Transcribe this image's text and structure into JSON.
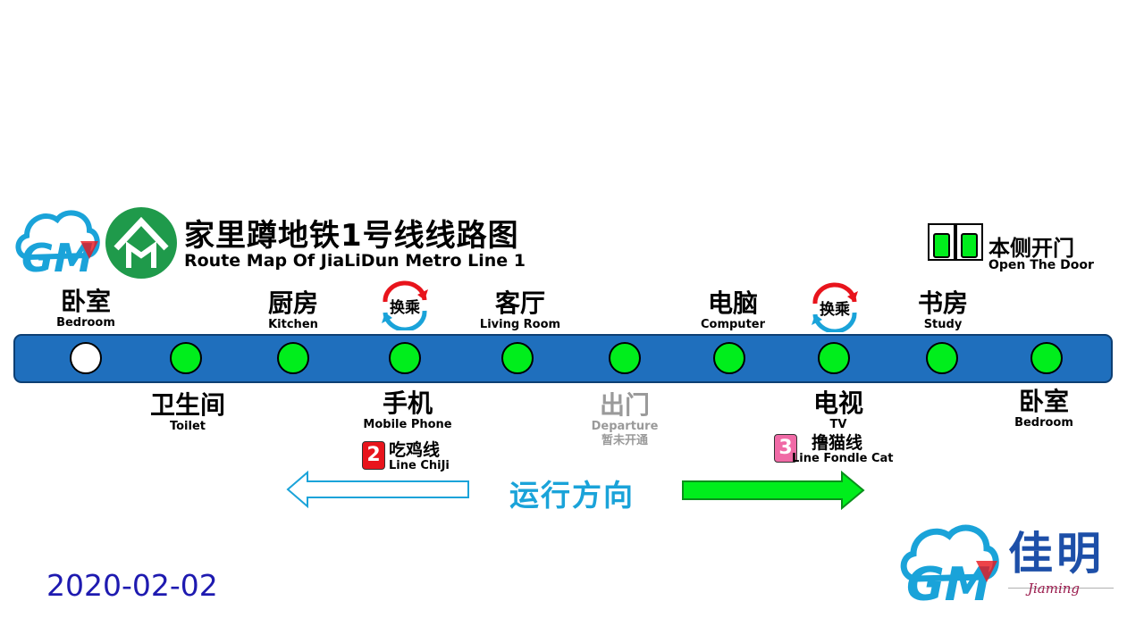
{
  "header": {
    "logo_left": "GM",
    "title_cn": "家里蹲地铁1号线线路图",
    "title_en": "Route Map Of JiaLiDun Metro Line 1"
  },
  "door": {
    "cn": "本侧开门",
    "en": "Open The Door"
  },
  "stations": [
    {
      "cn": "卧室",
      "en": "Bedroom",
      "current": true
    },
    {
      "cn": "卫生间",
      "en": "Toilet"
    },
    {
      "cn": "厨房",
      "en": "Kitchen"
    },
    {
      "cn": "手机",
      "en": "Mobile Phone",
      "transfer": "换乘"
    },
    {
      "cn": "客厅",
      "en": "Living Room"
    },
    {
      "cn": "出门",
      "en": "Departure",
      "note": "暂未开通",
      "dim": true
    },
    {
      "cn": "电脑",
      "en": "Computer"
    },
    {
      "cn": "电视",
      "en": "TV",
      "transfer": "换乘"
    },
    {
      "cn": "书房",
      "en": "Study"
    },
    {
      "cn": "卧室",
      "en": "Bedroom"
    }
  ],
  "transfer_lines": [
    {
      "num": "2",
      "cn": "吃鸡线",
      "en": "Line ChiJi",
      "color": "#e8141c"
    },
    {
      "num": "3",
      "cn": "撸猫线",
      "en": "Line Fondle Cat",
      "color": "#f06aa6"
    }
  ],
  "direction_label": "运行方向",
  "date": "2020-02-02",
  "brand": {
    "logo": "GM",
    "cn": "佳明",
    "en": "Jiaming"
  },
  "colors": {
    "track": "#1f6fbd",
    "station": "#00ee1c",
    "forward_arrow": "#00ee1c",
    "back_arrow": "#1aa3d9",
    "direction_text": "#1aa3d9",
    "date_text": "#1e1ab0"
  }
}
